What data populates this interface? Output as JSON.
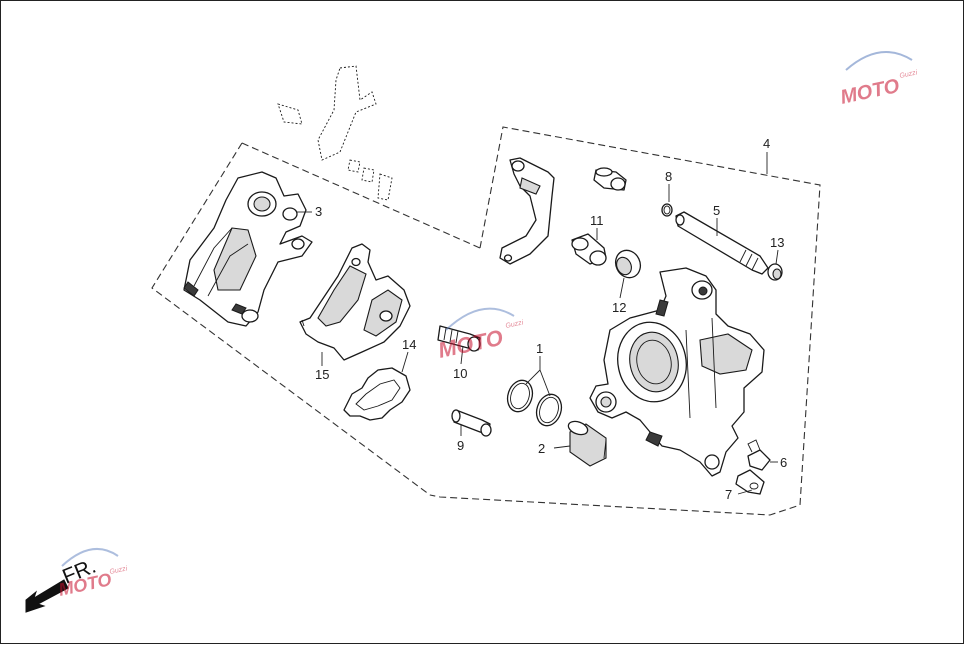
{
  "callouts": [
    {
      "number": "1"
    },
    {
      "number": "2"
    },
    {
      "number": "3"
    },
    {
      "number": "4"
    },
    {
      "number": "5"
    },
    {
      "number": "6"
    },
    {
      "number": "7"
    },
    {
      "number": "8"
    },
    {
      "number": "9"
    },
    {
      "number": "10"
    },
    {
      "number": "11"
    },
    {
      "number": "12"
    },
    {
      "number": "13"
    },
    {
      "number": "14"
    },
    {
      "number": "15"
    }
  ],
  "direction": {
    "label": "FR."
  },
  "watermark": {
    "text": "MOTO",
    "subtext": "Guzzi"
  }
}
